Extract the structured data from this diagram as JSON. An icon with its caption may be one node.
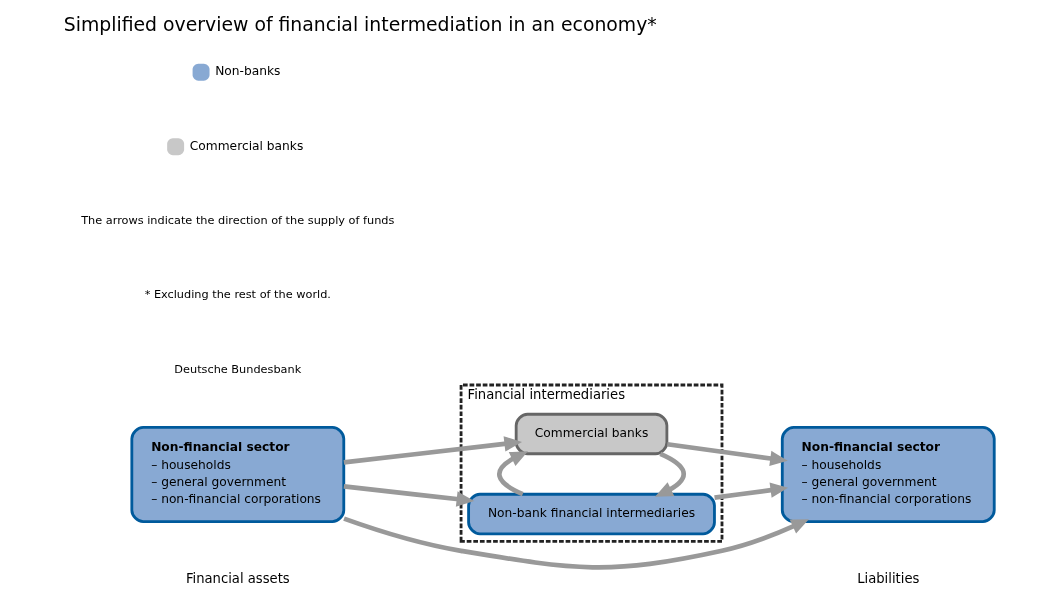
{
  "diagram": {
    "title": "Simplified overview of financial intermediation in an economy*",
    "nodes": [
      {
        "text": [
          "Financial intermediaries"
        ]
      },
      {
        "text": [
          "Commercial banks"
        ],
        "in": 0
      },
      {
        "text": [
          "Non-bank financial intermediaries"
        ],
        "in": 0
      },
      {
        "text": [
          "Non-financial sector",
          "– households",
          "– general government",
          "– non-financial corporations"
        ],
        "beside": [
          "Financial assets"
        ]
      },
      {
        "text": [
          "Non-financial sector",
          "– households",
          "– general government",
          "– non-financial corporations"
        ],
        "beside": [
          "Liabilities"
        ]
      }
    ],
    "edges": [
      {
        "from": 3,
        "to": 1,
        "arrow": "to"
      },
      {
        "from": 3,
        "to": 2,
        "arrow": "to"
      },
      {
        "from": 1,
        "to": 4,
        "arrow": "to"
      },
      {
        "from": 2,
        "to": 4,
        "arrow": "to"
      },
      {
        "from": 1,
        "to": 2,
        "arrow": "to"
      },
      {
        "from": 2,
        "to": 1,
        "arrow": "to"
      },
      {
        "from": 3,
        "to": 4,
        "arrow": "to"
      }
    ],
    "labels": [
      "The arrows indicate the direction of the supply of funds",
      "* Excluding the rest of the world.",
      "Deutsche Bundesbank"
    ],
    "legend": [
      {
        "text": "Non-banks",
        "color": "#88a9d3"
      },
      {
        "text": "Commercial banks",
        "color": "#c8c8c8"
      }
    ]
  }
}
